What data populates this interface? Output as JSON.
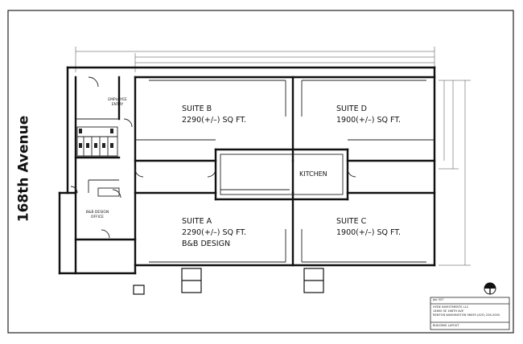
{
  "street": "168th Avenue",
  "suites": {
    "b": {
      "name": "SUITE B",
      "area": "2290(+/–) SQ FT."
    },
    "d": {
      "name": "SUITE D",
      "area": "1900(+/–) SQ FT."
    },
    "a": {
      "name": "SUITE A",
      "area": "2290(+/–) SQ FT.",
      "tenant": "B&B DESIGN"
    },
    "c": {
      "name": "SUITE C",
      "area": "1900(+/–) SQ FT."
    }
  },
  "rooms": {
    "kitchen": "KITCHEN",
    "employee_entry_1": "EMPLOYEE",
    "employee_entry_2": "ENTRY",
    "design_office_1": "B&B DESIGN",
    "design_office_2": "OFFICE"
  },
  "title_block": {
    "sheet_no": "Job 357",
    "owner": "HYDE INVESTMENTS LLC",
    "address_1": "14600 SE 168TH AVE",
    "address_2": "RENTON WASHINGTON 98059 (425) 226-2000",
    "drawing_title": "BUILDING LAYOUT"
  }
}
